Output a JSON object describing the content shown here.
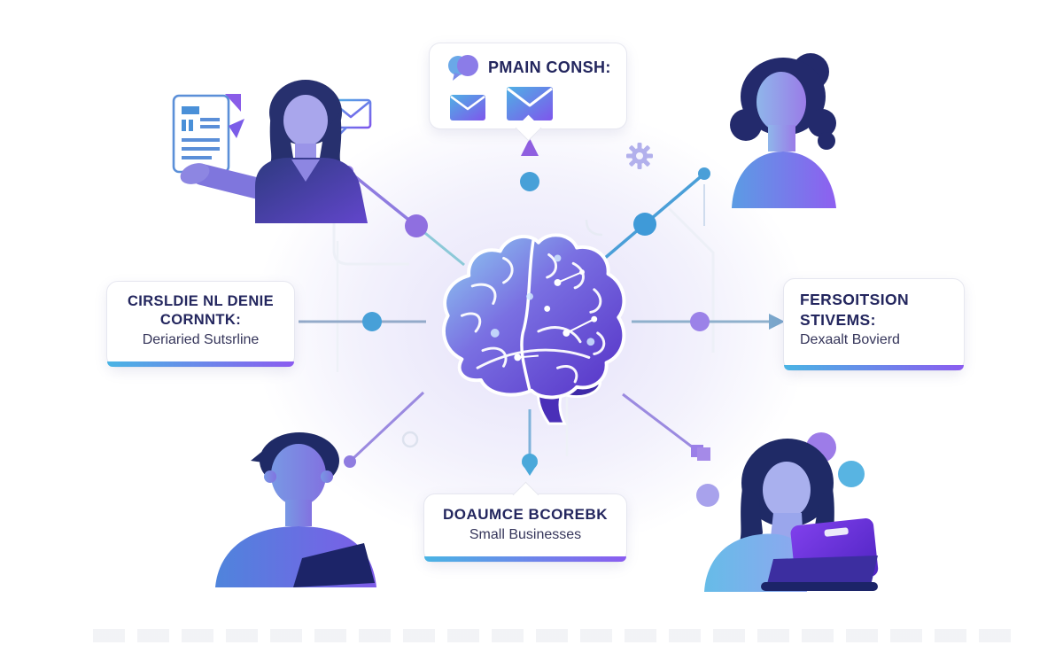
{
  "boxes": {
    "top": {
      "title": "PMAIN CONSH:"
    },
    "left": {
      "title_line1": "CIRSLDIE NL DENIE",
      "title_line2": "CORNNTK:",
      "subtitle": "Deriaried Sutsrline"
    },
    "right": {
      "title_line1": "FERSOITSION",
      "title_line2": "STIVEMS:",
      "subtitle": "Dexaalt Bovierd"
    },
    "bottom": {
      "title": "DOAUMCE BCOREBK",
      "subtitle": "Small Businesses"
    }
  },
  "center": {
    "subject": "ai-brain-circuit"
  },
  "icons": {
    "top_card": [
      "chat-bubbles-icon",
      "envelope-icon",
      "envelope-icon"
    ],
    "floating": [
      "document-icon",
      "envelope-outline-icon",
      "gear-icon"
    ],
    "people": [
      "woman-presenting-document",
      "woman-with-bun",
      "man-with-laptop",
      "woman-using-laptop"
    ]
  },
  "colors": {
    "accent_blue": "#4aa4dc",
    "accent_purple": "#8b5cf0",
    "navy_text": "#23265e",
    "gradient_bar": "linear 90deg #4ab4e4 to #8b5cf0",
    "connector_gray_blue": "#92aacb",
    "node_blue": "#47a0d8",
    "node_purple": "#9b80e8"
  }
}
